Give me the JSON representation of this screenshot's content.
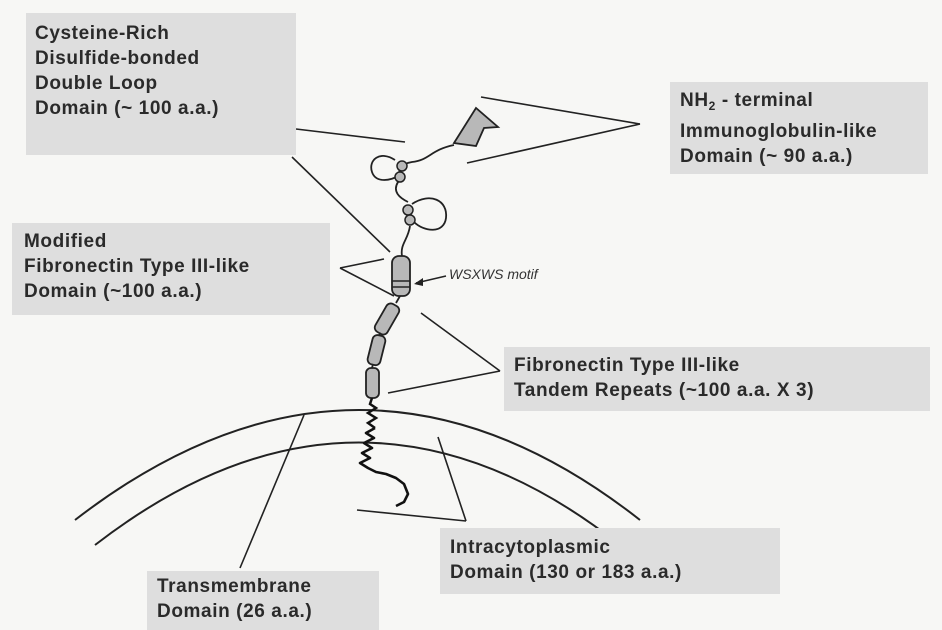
{
  "labels": {
    "cysteine": [
      "Cysteine-Rich",
      "Disulfide-bonded",
      "Double Loop",
      "Domain (~ 100 a.a.)"
    ],
    "nh2_prefix": "NH",
    "nh2_sub": "2",
    "nh2_rest": " - terminal",
    "immuno": [
      "Immunoglobulin-like",
      "Domain  (~ 90 a.a.)"
    ],
    "modified": [
      "Modified",
      "Fibronectin Type III-like",
      "Domain (~100  a.a.)"
    ],
    "wsxws": "WSXWS motif",
    "tandem": [
      "Fibronectin Type III-like",
      "Tandem Repeats (~100 a.a. X 3)"
    ],
    "intracyto": [
      "Intracytoplasmic",
      "Domain (130 or 183 a.a.)"
    ],
    "transmembrane": [
      "Transmembrane",
      "Domain (26 a.a.)"
    ]
  },
  "colors": {
    "box_fill": "#dedede",
    "line": "#222222",
    "domain_fill": "#b8b8b8"
  }
}
